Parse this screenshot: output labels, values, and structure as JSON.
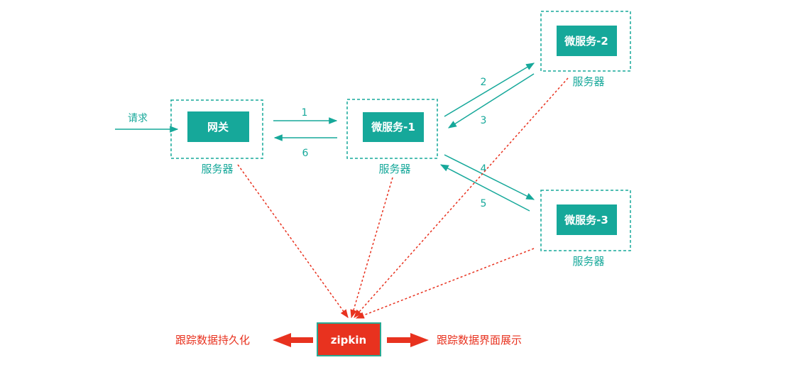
{
  "colors": {
    "teal": "#16a89a",
    "red": "#e8321f",
    "zipkin_border": "#2aa892"
  },
  "request_label": "请求",
  "nodes": {
    "gateway": {
      "label": "网关",
      "server_label": "服务器"
    },
    "ms1": {
      "label": "微服务-1",
      "server_label": "服务器"
    },
    "ms2": {
      "label": "微服务-2",
      "server_label": "服务器"
    },
    "ms3": {
      "label": "微服务-3",
      "server_label": "服务器"
    }
  },
  "edges": {
    "e1": "1",
    "e2": "2",
    "e3": "3",
    "e4": "4",
    "e5": "5",
    "e6": "6"
  },
  "zipkin": {
    "label": "zipkin",
    "left_label": "跟踪数据持久化",
    "right_label": "跟踪数据界面展示"
  }
}
